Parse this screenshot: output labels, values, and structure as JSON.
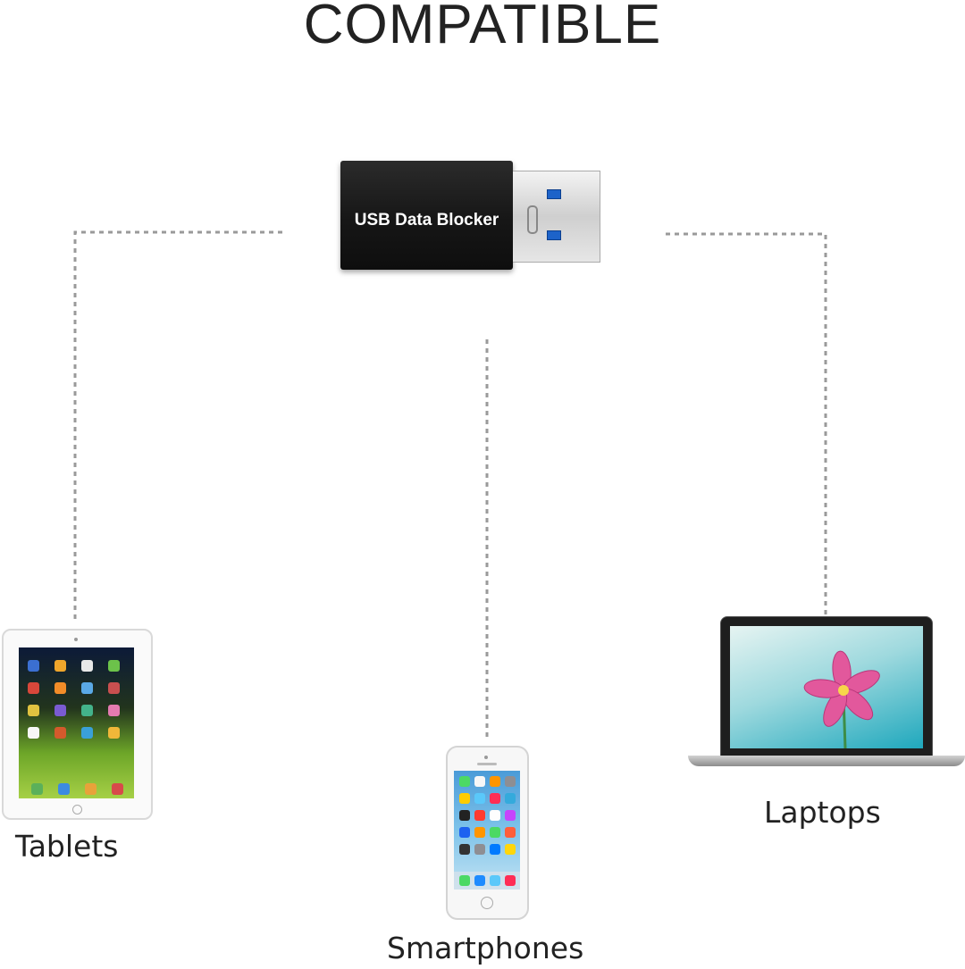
{
  "heading": "COMPATIBLE",
  "product": {
    "print": "USB Data Blocker"
  },
  "devices": [
    {
      "label": "Tablets",
      "icon": "tablet-icon"
    },
    {
      "label": "Smartphones",
      "icon": "smartphone-icon"
    },
    {
      "label": "Laptops",
      "icon": "laptop-icon"
    }
  ],
  "colors": {
    "connector_line": "#9a9a9a",
    "usb_body": "#161616",
    "usb_window": "#1d63c9",
    "flower": "#e2589c"
  }
}
